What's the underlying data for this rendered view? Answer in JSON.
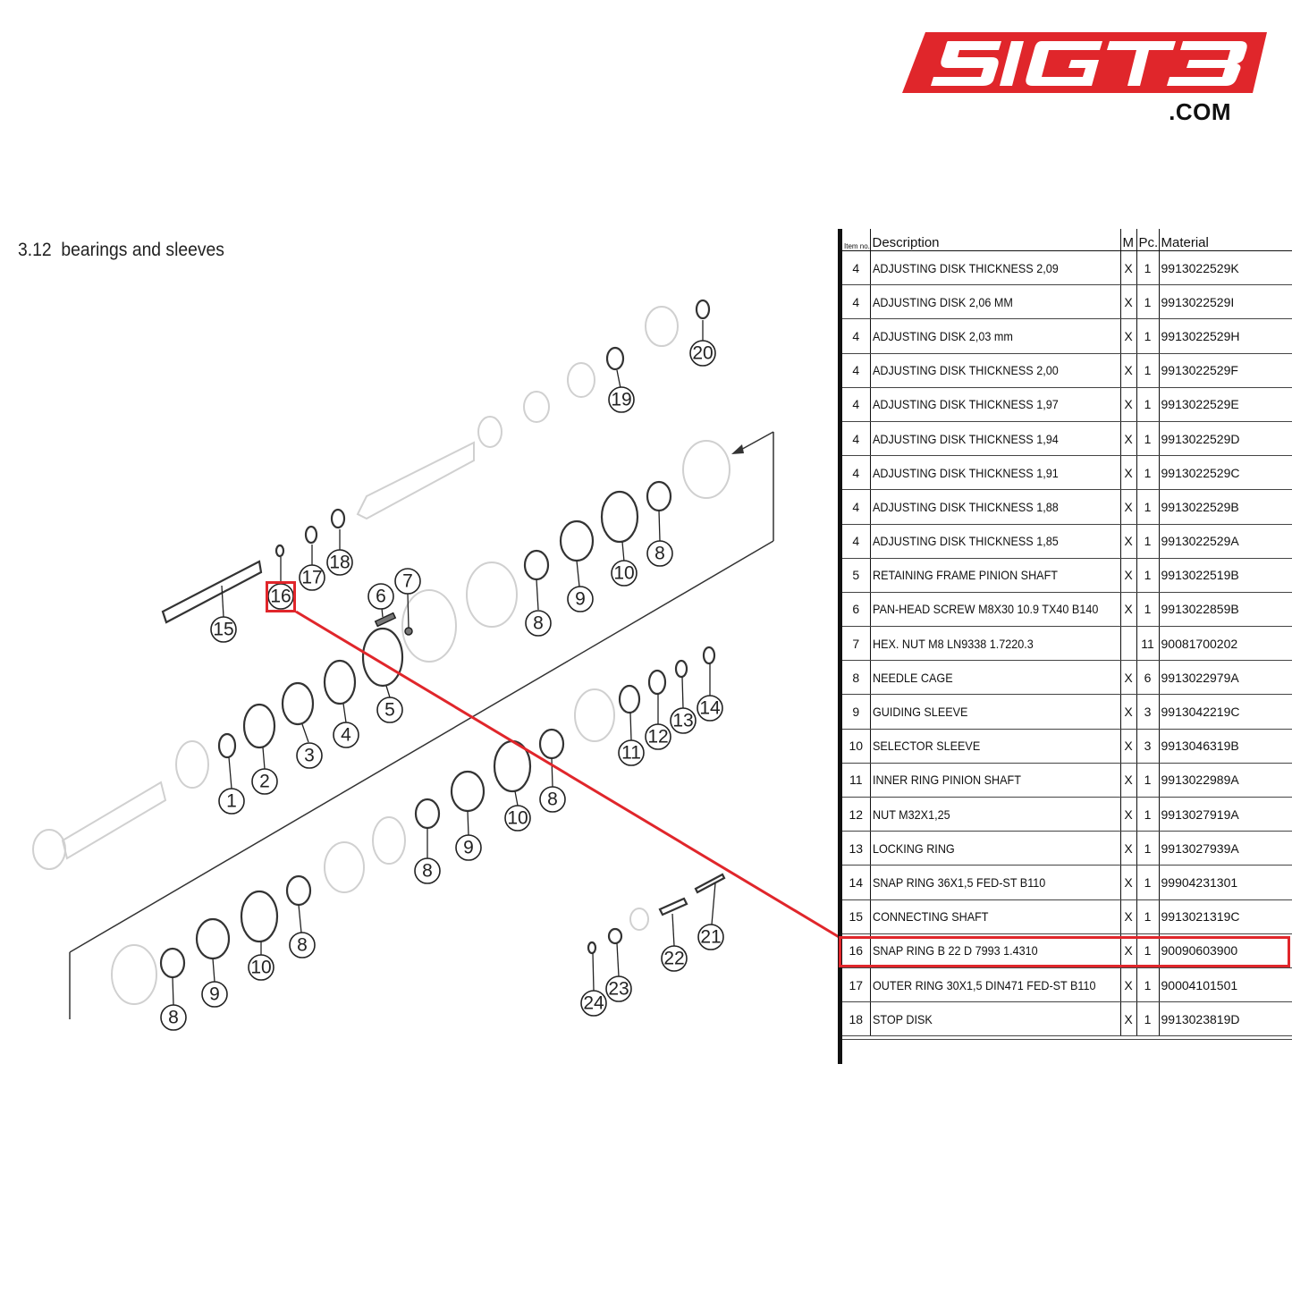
{
  "logo": {
    "text": "5IGT3",
    "dotcom": ".COM",
    "brand_color": "#e0262b"
  },
  "section": {
    "number": "3.12",
    "title": "bearings and sleeves"
  },
  "table": {
    "headers": {
      "item": "Item no.",
      "description": "Description",
      "m": "M",
      "pc": "Pc.",
      "material": "Material"
    },
    "rows": [
      {
        "item": "4",
        "description": "ADJUSTING DISK THICKNESS 2,09",
        "m": "X",
        "pc": "1",
        "material": "9913022529K"
      },
      {
        "item": "4",
        "description": "ADJUSTING DISK 2,06 MM",
        "m": "X",
        "pc": "1",
        "material": "9913022529I"
      },
      {
        "item": "4",
        "description": "ADJUSTING DISK 2,03 mm",
        "m": "X",
        "pc": "1",
        "material": "9913022529H"
      },
      {
        "item": "4",
        "description": "ADJUSTING DISK THICKNESS 2,00",
        "m": "X",
        "pc": "1",
        "material": "9913022529F"
      },
      {
        "item": "4",
        "description": "ADJUSTING DISK THICKNESS 1,97",
        "m": "X",
        "pc": "1",
        "material": "9913022529E"
      },
      {
        "item": "4",
        "description": "ADJUSTING DISK THICKNESS 1,94",
        "m": "X",
        "pc": "1",
        "material": "9913022529D"
      },
      {
        "item": "4",
        "description": "ADJUSTING DISK THICKNESS 1,91",
        "m": "X",
        "pc": "1",
        "material": "9913022529C"
      },
      {
        "item": "4",
        "description": "ADJUSTING DISK THICKNESS 1,88",
        "m": "X",
        "pc": "1",
        "material": "9913022529B"
      },
      {
        "item": "4",
        "description": "ADJUSTING DISK THICKNESS 1,85",
        "m": "X",
        "pc": "1",
        "material": "9913022529A"
      },
      {
        "item": "5",
        "description": "RETAINING FRAME PINION SHAFT",
        "m": "X",
        "pc": "1",
        "material": "9913022519B"
      },
      {
        "item": "6",
        "description": "PAN-HEAD SCREW M8X30 10.9 TX40 B140",
        "m": "X",
        "pc": "1",
        "material": "9913022859B"
      },
      {
        "item": "7",
        "description": "HEX. NUT M8 LN9338 1.7220.3",
        "m": "",
        "pc": "11",
        "material": "90081700202"
      },
      {
        "item": "8",
        "description": "NEEDLE CAGE",
        "m": "X",
        "pc": "6",
        "material": "9913022979A"
      },
      {
        "item": "9",
        "description": "GUIDING SLEEVE",
        "m": "X",
        "pc": "3",
        "material": "9913042219C"
      },
      {
        "item": "10",
        "description": "SELECTOR SLEEVE",
        "m": "X",
        "pc": "3",
        "material": "9913046319B"
      },
      {
        "item": "11",
        "description": "INNER RING PINION SHAFT",
        "m": "X",
        "pc": "1",
        "material": "9913022989A"
      },
      {
        "item": "12",
        "description": "NUT M32X1,25",
        "m": "X",
        "pc": "1",
        "material": "9913027919A"
      },
      {
        "item": "13",
        "description": "LOCKING RING",
        "m": "X",
        "pc": "1",
        "material": "9913027939A"
      },
      {
        "item": "14",
        "description": "SNAP RING 36X1,5 FED-ST B110",
        "m": "X",
        "pc": "1",
        "material": "99904231301"
      },
      {
        "item": "15",
        "description": "CONNECTING SHAFT",
        "m": "X",
        "pc": "1",
        "material": "9913021319C"
      },
      {
        "item": "16",
        "description": "SNAP RING B 22 D 7993 1.4310",
        "m": "X",
        "pc": "1",
        "material": "90090603900"
      },
      {
        "item": "17",
        "description": "OUTER RING 30X1,5 DIN471 FED-ST B110",
        "m": "X",
        "pc": "1",
        "material": "90004101501"
      },
      {
        "item": "18",
        "description": "STOP DISK",
        "m": "X",
        "pc": "1",
        "material": "9913023819D"
      }
    ],
    "highlighted_item": "16"
  },
  "diagram": {
    "callouts": [
      "1",
      "2",
      "3",
      "4",
      "5",
      "6",
      "7",
      "8",
      "9",
      "10",
      "11",
      "12",
      "13",
      "14",
      "15",
      "16",
      "17",
      "18",
      "19",
      "20",
      "21",
      "22",
      "23",
      "24"
    ],
    "highlight_color": "#e0262b"
  }
}
